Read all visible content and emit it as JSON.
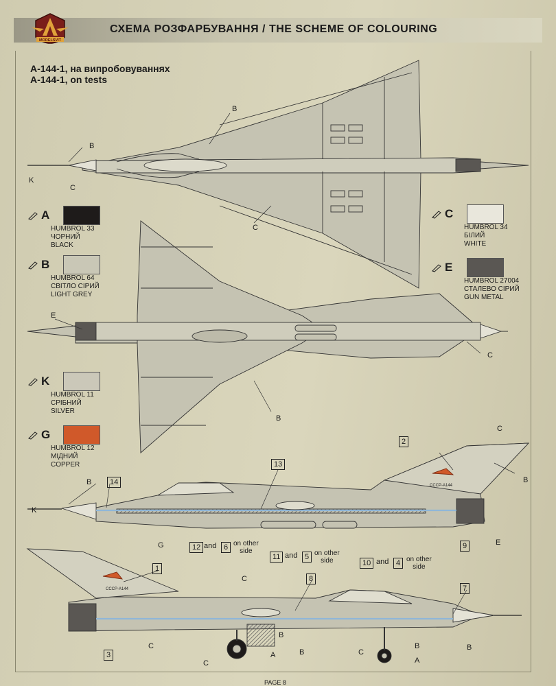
{
  "header": {
    "title": "СХЕМА РОЗФАРБУВАННЯ / THE SCHEME OF COLOURING",
    "logo_text": "MODELSVIT"
  },
  "subtitle": {
    "line1": "А-144-1, на випробовуваннях",
    "line2": "A-144-1, on tests"
  },
  "colors": [
    {
      "letter": "A",
      "code": "HUMBROL 33",
      "ua": "ЧОРНИЙ",
      "en": "BLACK",
      "hex": "#1e1b1a"
    },
    {
      "letter": "B",
      "code": "HUMBROL 64",
      "ua": "СВІТЛО СІРИЙ",
      "en": "LIGHT GREY",
      "hex": "#c9c7b6"
    },
    {
      "letter": "K",
      "code": "HUMBROL 11",
      "ua": "СРІБНИЙ",
      "en": "SILVER",
      "hex": "#cbc8b9"
    },
    {
      "letter": "G",
      "code": "HUMBROL 12",
      "ua": "МІДНИЙ",
      "en": "COPPER",
      "hex": "#d0592a"
    },
    {
      "letter": "C",
      "code": "HUMBROL 34",
      "ua": "БІЛИЙ",
      "en": "WHITE",
      "hex": "#e9e7dc"
    },
    {
      "letter": "E",
      "code": "HUMBROL 27004",
      "ua": "СТАЛЕВО СІРИЙ",
      "en": "GUN METAL",
      "hex": "#5a5753"
    }
  ],
  "callouts": {
    "b": "B",
    "c": "C",
    "k": "K",
    "e": "E",
    "g": "G",
    "a": "A"
  },
  "decals": {
    "n1": "1",
    "n2": "2",
    "n3": "3",
    "n4": "4",
    "n5": "5",
    "n6": "6",
    "n7": "7",
    "n8": "8",
    "n9": "9",
    "n10": "10",
    "n11": "11",
    "n12": "12",
    "n13": "13",
    "n14": "14",
    "and": "and",
    "other_side_a": "on other",
    "other_side_b": "side",
    "serial": "СССР-А144"
  },
  "footer": {
    "page": "PAGE 8"
  }
}
